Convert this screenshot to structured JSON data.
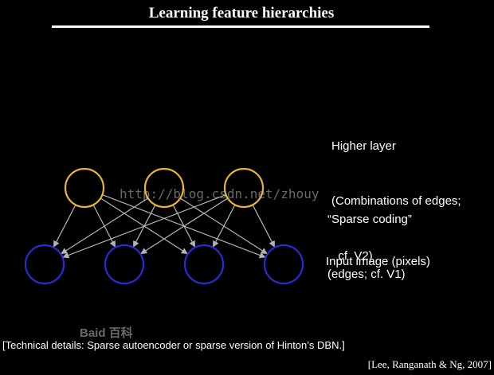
{
  "slide": {
    "title": "Learning feature hierarchies",
    "higher_layer": {
      "line1": "Higher layer",
      "line2": "(Combinations of edges;",
      "line3": "  cf  V2)"
    },
    "sparse_coding": {
      "line1": "“Sparse coding”",
      "line2": "(edges; cf. V1)"
    },
    "input_label": "Input image (pixels)",
    "details": "[Technical details: Sparse autoencoder or sparse version of Hinton’s DBN.]",
    "citation": "[Lee, Ranganath & Ng, 2007]"
  },
  "watermark": {
    "url_text": "http://blog.csdn.net/zhouy",
    "logo_text": "Baid 百科"
  },
  "colors": {
    "background": "#000000",
    "hidden_node": "#e8b830",
    "input_node": "#2a2ad8",
    "edge": "#b4b4b4"
  },
  "network": {
    "hidden_node_count": 3,
    "input_node_count": 4,
    "edges": [
      [
        0,
        0
      ],
      [
        0,
        1
      ],
      [
        0,
        2
      ],
      [
        0,
        3
      ],
      [
        1,
        0
      ],
      [
        1,
        1
      ],
      [
        1,
        2
      ],
      [
        1,
        3
      ],
      [
        2,
        0
      ],
      [
        2,
        1
      ],
      [
        2,
        2
      ],
      [
        2,
        3
      ]
    ]
  }
}
